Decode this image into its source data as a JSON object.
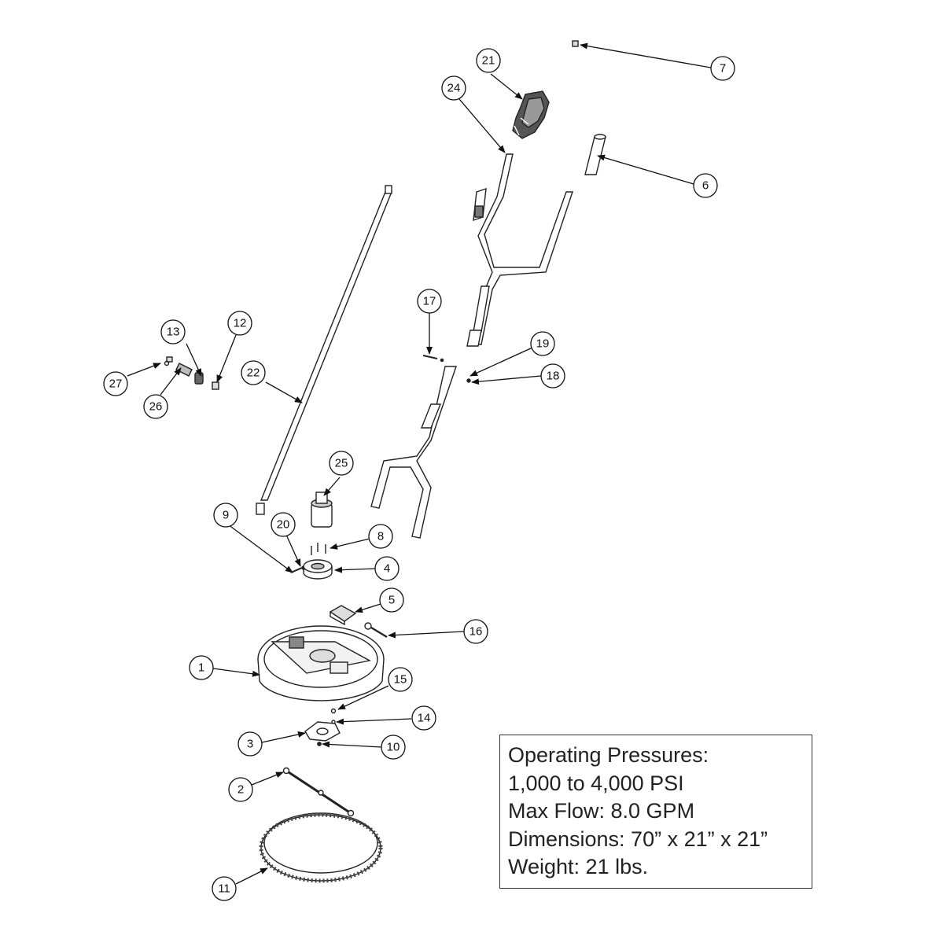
{
  "specs": {
    "line1": "Operating Pressures:",
    "line2": "1,000 to 4,000 PSI",
    "line3": "Max Flow: 8.0 GPM",
    "line4": "Dimensions: 70” x 21” x 21”",
    "line5": "Weight: 21 lbs."
  },
  "callouts": {
    "c1": "1",
    "c2": "2",
    "c3": "3",
    "c4": "4",
    "c5": "5",
    "c6": "6",
    "c7": "7",
    "c8": "8",
    "c9": "9",
    "c10": "10",
    "c11": "11",
    "c12": "12",
    "c13": "13",
    "c14": "14",
    "c15": "15",
    "c16": "16",
    "c17": "17",
    "c18": "18",
    "c19": "19",
    "c20": "20",
    "c21": "21",
    "c22": "22",
    "c24": "24",
    "c25": "25",
    "c26": "26",
    "c27": "27"
  }
}
